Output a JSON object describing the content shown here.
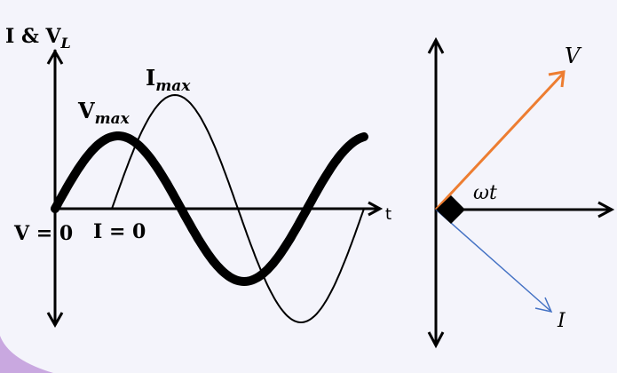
{
  "waveform": {
    "y_axis_label_main": "I & V",
    "y_axis_label_sub": "L",
    "t_label": "t",
    "v_max_main": "V",
    "v_max_sub": "max",
    "i_max_main": "I",
    "i_max_sub": "max",
    "v_zero": "V = 0",
    "i_zero": "I = 0"
  },
  "phasor": {
    "v_label": "V",
    "i_label": "I",
    "angle_label": "ωt",
    "v_color": "#ed7d31",
    "i_color": "#4472c4"
  }
}
